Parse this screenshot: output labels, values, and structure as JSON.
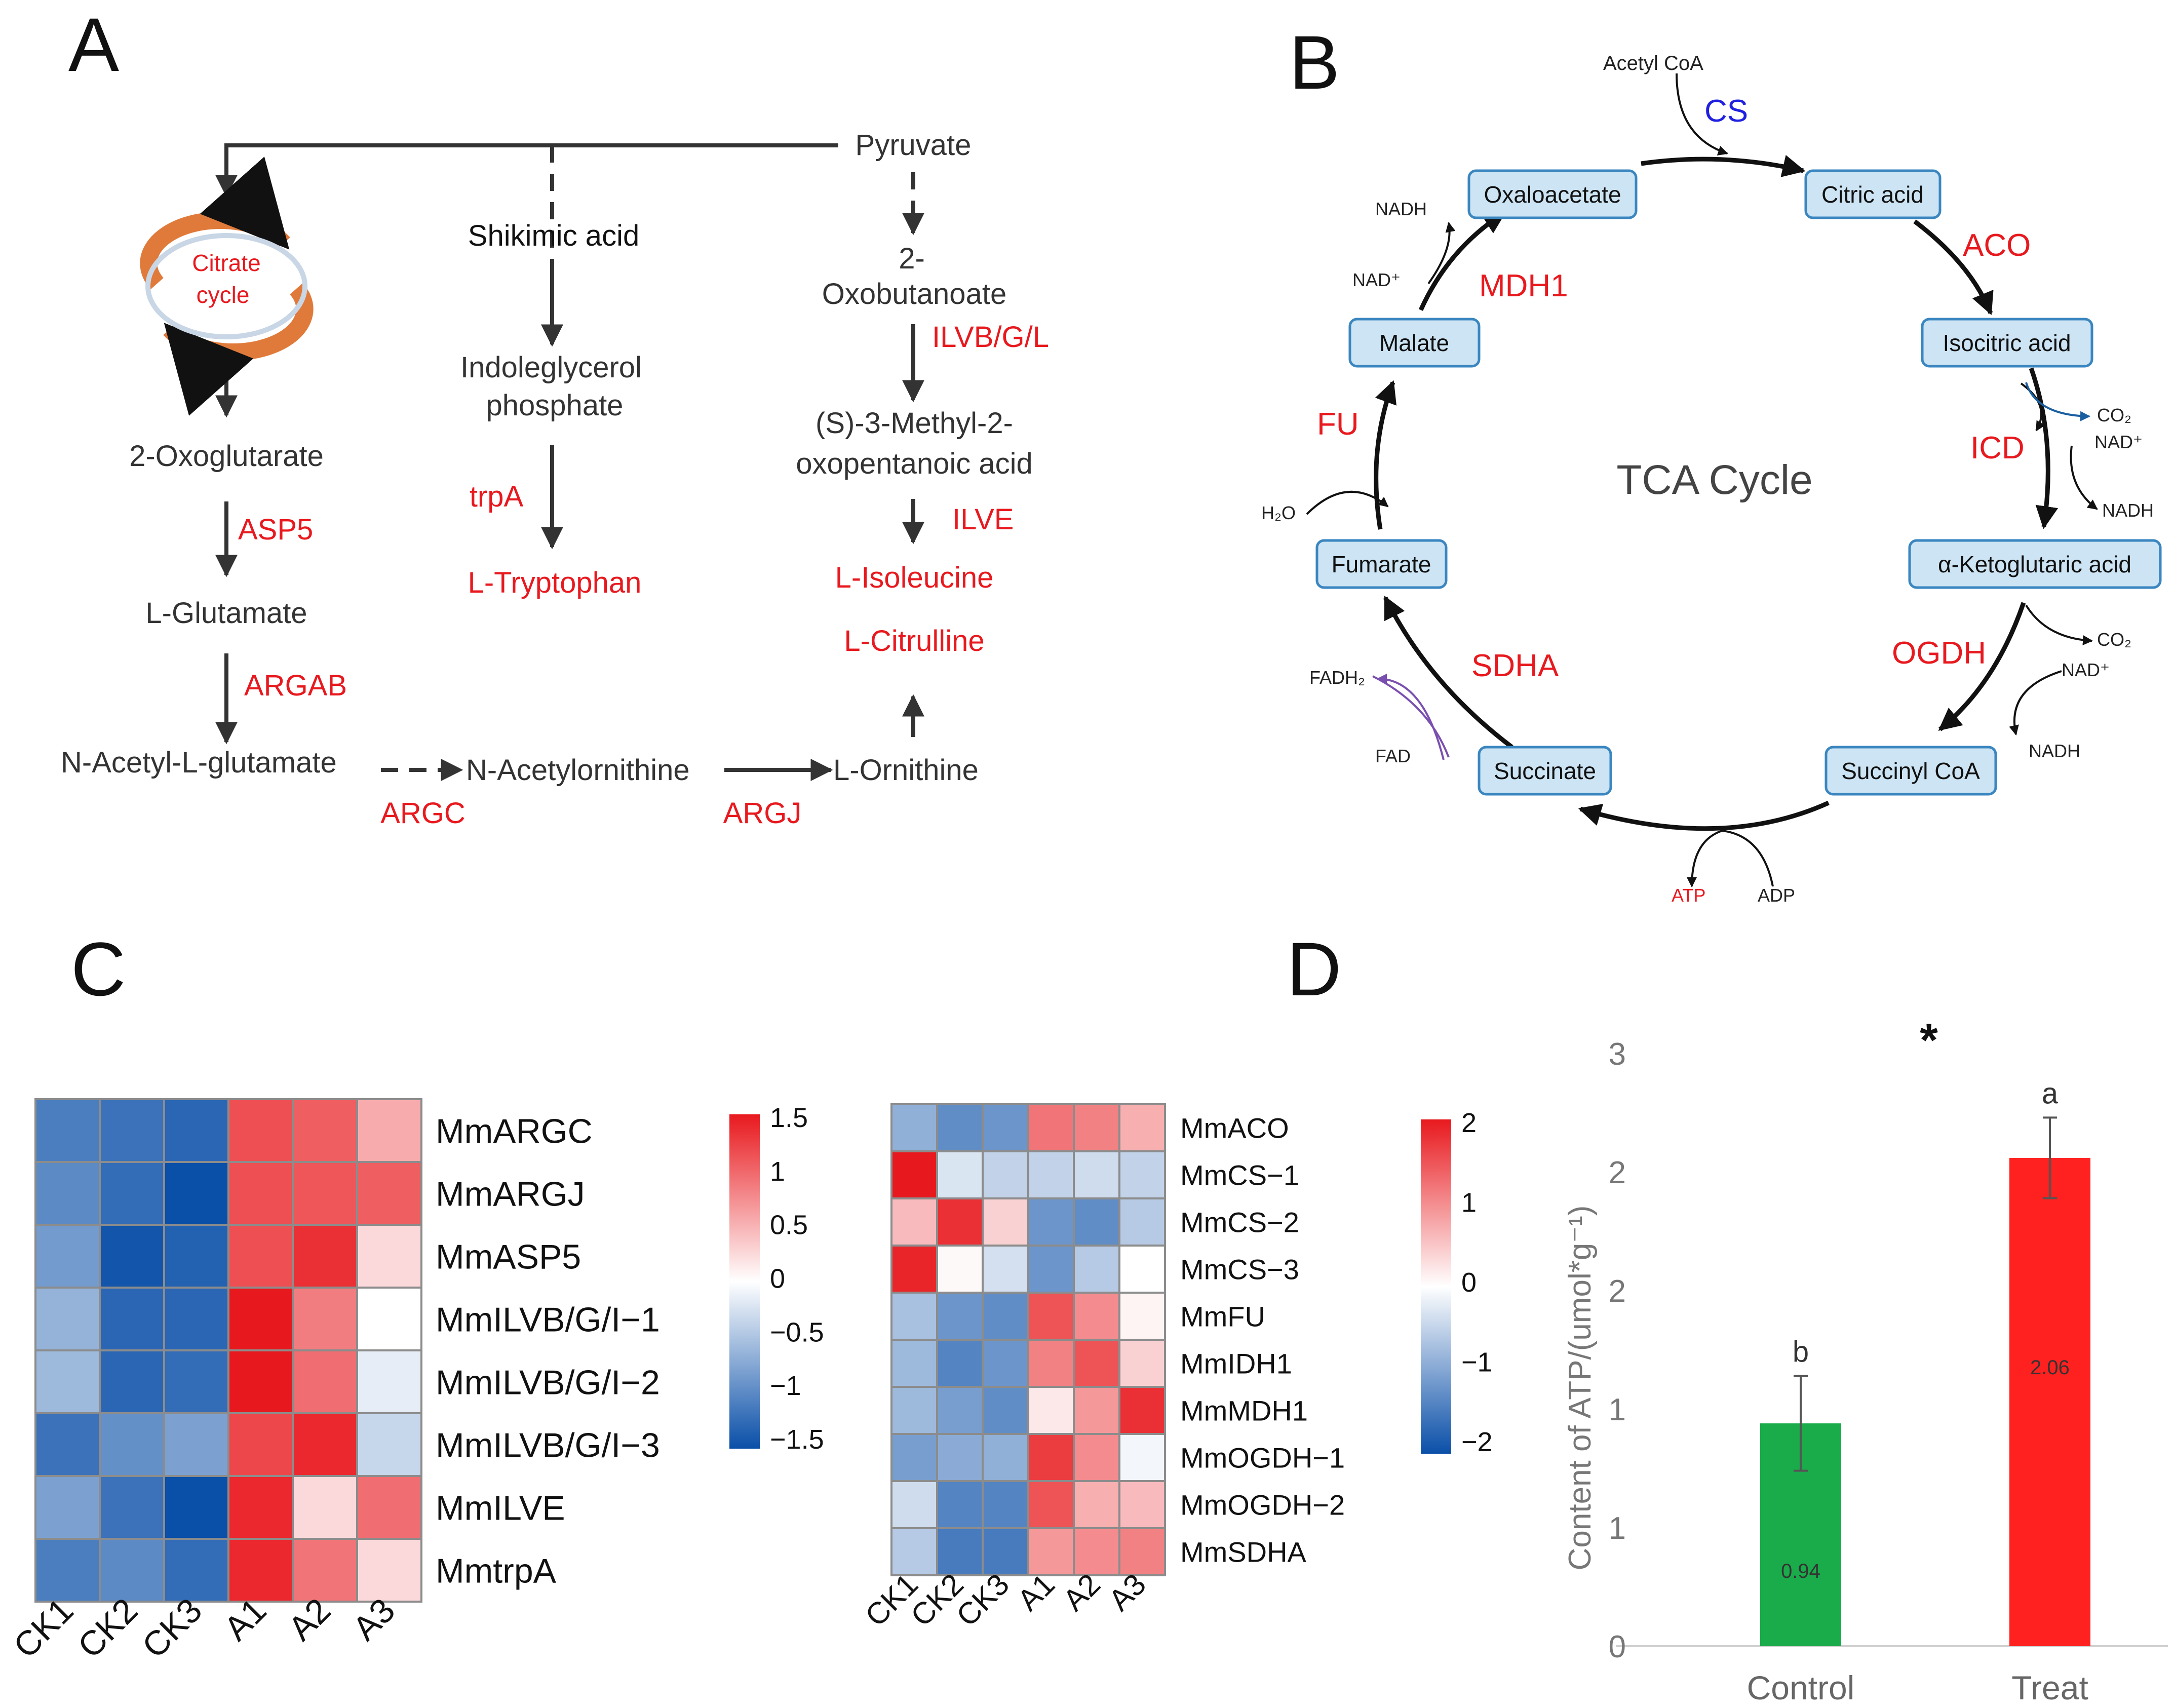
{
  "panel_letters": {
    "a": "A",
    "b": "B",
    "c": "C",
    "d": "D"
  },
  "panel_a": {
    "pyruvate": "Pyruvate",
    "citrate_cycle": [
      "Citrate",
      "cycle"
    ],
    "oxoglutarate": "2-Oxoglutarate",
    "asp5": "ASP5",
    "glutamate": "L-Glutamate",
    "argab": "ARGAB",
    "acetylglutamate": "N-Acetyl-L-glutamate",
    "argc": "ARGC",
    "acetylornithine": "N-Acetylornithine",
    "argj": "ARGJ",
    "ornithine": "L-Ornithine",
    "shikimic": "Shikimic acid",
    "indoleglycerol": [
      "Indoleglycerol",
      "phosphate"
    ],
    "trpa": "trpA",
    "tryptophan": "L-Tryptophan",
    "oxobutanoate": [
      "2-",
      "Oxobutanoate"
    ],
    "ilvbgl": "ILVB/G/L",
    "methyl": [
      "(S)-3-Methyl-2-",
      "oxopentanoic acid"
    ],
    "ilve": "ILVE",
    "isoleucine": "L-Isoleucine",
    "citrulline": "L-Citrulline"
  },
  "panel_b": {
    "title": "TCA Cycle",
    "nodes": {
      "oxaloacetate": "Oxaloacetate",
      "citric": "Citric acid",
      "isocitric": "Isocitric acid",
      "ketoglutaric": "α-Ketoglutaric acid",
      "succinylcoa": "Succinyl CoA",
      "succinate": "Succinate",
      "fumarate": "Fumarate",
      "malate": "Malate"
    },
    "enzymes": {
      "cs": "CS",
      "aco": "ACO",
      "icd": "ICD",
      "ogdh": "OGDH",
      "sdha": "SDHA",
      "fu": "FU",
      "mdh1": "MDH1"
    },
    "cofactors": {
      "acetylcoa": "Acetyl CoA",
      "co2_1": "CO₂",
      "nad_1": "NAD⁺",
      "nadh_1": "NADH",
      "co2_2": "CO₂",
      "nad_2": "NAD⁺",
      "nadh_2": "NADH",
      "atp": "ATP",
      "adp": "ADP",
      "fadh2": "FADH₂",
      "fad": "FAD",
      "h2o": "H₂O",
      "nad_3": "NAD⁺",
      "nadh_3": "NADH"
    },
    "colors": {
      "enzyme": "#e8191e",
      "cs": "#2020e0",
      "node_fill": "#cce4f3",
      "node_stroke": "#3a86c0",
      "co2_arrow": "#1a5fa0",
      "fad_arrow": "#7a4fb0"
    }
  },
  "panel_c": {
    "heatmap1": {
      "columns": [
        "CK1",
        "CK2",
        "CK3",
        "A1",
        "A2",
        "A3"
      ],
      "rows": [
        "MmARGC",
        "MmARGJ",
        "MmASP5",
        "MmILVB/G/I−1",
        "MmILVB/G/I−2",
        "MmILVB/G/I−3",
        "MmILVE",
        "MmtrpA"
      ],
      "values": [
        [
          -1.1,
          -1.2,
          -1.3,
          1.15,
          1.05,
          0.55
        ],
        [
          -1.0,
          -1.25,
          -1.5,
          1.15,
          1.1,
          1.05
        ],
        [
          -0.85,
          -1.45,
          -1.35,
          1.15,
          1.35,
          0.25
        ],
        [
          -0.65,
          -1.3,
          -1.3,
          1.5,
          0.85,
          0.0
        ],
        [
          -0.6,
          -1.3,
          -1.25,
          1.5,
          0.95,
          -0.15
        ],
        [
          -1.2,
          -0.95,
          -0.8,
          1.2,
          1.4,
          -0.35
        ],
        [
          -0.8,
          -1.2,
          -1.5,
          1.4,
          0.25,
          0.95
        ],
        [
          -1.1,
          -1.0,
          -1.25,
          1.4,
          0.9,
          0.25
        ]
      ],
      "legend_ticks": [
        "1.5",
        "1",
        "0.5",
        "0",
        "−0.5",
        "−1",
        "−1.5"
      ],
      "range": [
        -1.5,
        1.5
      ]
    },
    "heatmap2": {
      "columns": [
        "CK1",
        "CK2",
        "CK3",
        "A1",
        "A2",
        "A3"
      ],
      "rows": [
        "MmACO",
        "MmCS−1",
        "MmCS−2",
        "MmCS−3",
        "MmFU",
        "MmIDH1",
        "MmMDH1",
        "MmOGDH−1",
        "MmOGDH−2",
        "MmSDHA"
      ],
      "values": [
        [
          -0.9,
          -1.3,
          -1.2,
          1.2,
          1.1,
          0.7
        ],
        [
          2.0,
          -0.3,
          -0.5,
          -0.5,
          -0.4,
          -0.5
        ],
        [
          0.6,
          1.8,
          0.4,
          -1.2,
          -1.3,
          -0.6
        ],
        [
          1.9,
          0.05,
          -0.35,
          -1.2,
          -0.6,
          0.0
        ],
        [
          -0.7,
          -1.2,
          -1.3,
          1.5,
          1.0,
          0.1
        ],
        [
          -0.8,
          -1.4,
          -1.2,
          1.1,
          1.5,
          0.4
        ],
        [
          -0.8,
          -1.1,
          -1.3,
          0.2,
          0.9,
          1.8
        ],
        [
          -1.1,
          -0.95,
          -0.9,
          1.7,
          1.0,
          -0.1
        ],
        [
          -0.4,
          -1.4,
          -1.4,
          1.5,
          0.7,
          0.6
        ],
        [
          -0.6,
          -1.5,
          -1.5,
          0.9,
          1.0,
          1.1
        ]
      ],
      "legend_ticks": [
        "2",
        "1",
        "0",
        "−1",
        "−2"
      ],
      "range": [
        -2,
        2
      ]
    }
  },
  "chart_data": {
    "type": "bar",
    "categories": [
      "Control",
      "Treat"
    ],
    "values": [
      0.94,
      2.06
    ],
    "error": [
      0.2,
      0.17
    ],
    "letters": [
      "b",
      "a"
    ],
    "significance": "*",
    "ylabel": "Content of ATP/(umol*g⁻¹)",
    "ytick_labels": [
      "0",
      "1",
      "1",
      "2",
      "2",
      "3"
    ],
    "ylim": [
      0,
      2.5
    ],
    "colors": [
      "#1aab4b",
      "#ff2020"
    ]
  }
}
